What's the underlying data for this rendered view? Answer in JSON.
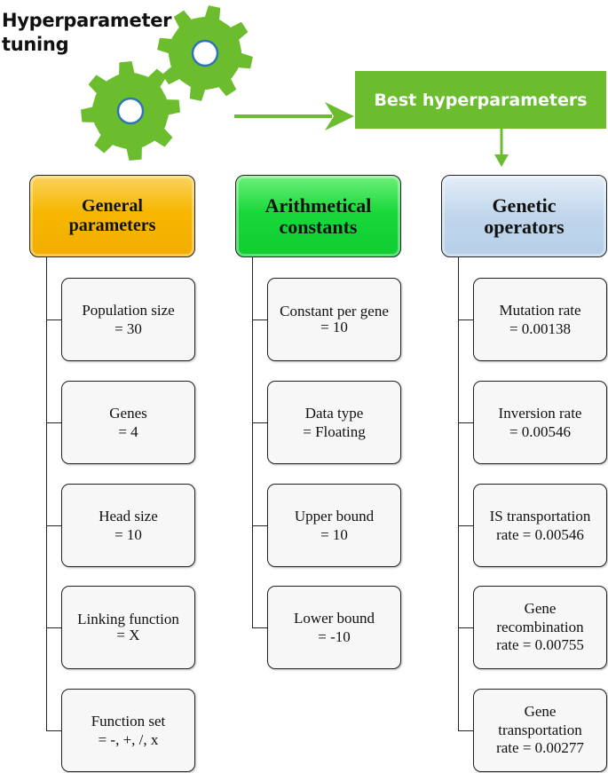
{
  "title": {
    "line1": "Hyperparameter",
    "line2": "tuning"
  },
  "icons": {
    "gear_color": "#6bbd2e",
    "gear_hole_fill": "#ffffff",
    "gear_hole_stroke": "#2e75b6"
  },
  "best": {
    "label": "Best hyperparameters",
    "color": "#6bbd2e"
  },
  "columns": [
    {
      "header": [
        "General",
        "parameters"
      ],
      "color": "#f6b700",
      "items": [
        [
          "Population size",
          "= 30"
        ],
        [
          "Genes",
          "= 4"
        ],
        [
          "Head size",
          "= 10"
        ],
        [
          "Linking function",
          "= X"
        ],
        [
          "Function set",
          "= -, +, /, x"
        ]
      ]
    },
    {
      "header": [
        "Arithmetical",
        "constants"
      ],
      "color": "#19d83a",
      "items": [
        [
          "Constant per gene",
          "= 10"
        ],
        [
          "Data type",
          "= Floating"
        ],
        [
          "Upper bound",
          "= 10"
        ],
        [
          "Lower bound",
          "= -10"
        ]
      ]
    },
    {
      "header": [
        "Genetic",
        "operators"
      ],
      "color": "#c0d6ec",
      "items": [
        [
          "Mutation rate",
          "= 0.00138"
        ],
        [
          "Inversion rate",
          "= 0.00546"
        ],
        [
          "IS transportation",
          "rate = 0.00546"
        ],
        [
          "Gene",
          "recombination",
          "rate = 0.00755"
        ],
        [
          "Gene",
          "transportation",
          "rate = 0.00277"
        ]
      ]
    }
  ]
}
